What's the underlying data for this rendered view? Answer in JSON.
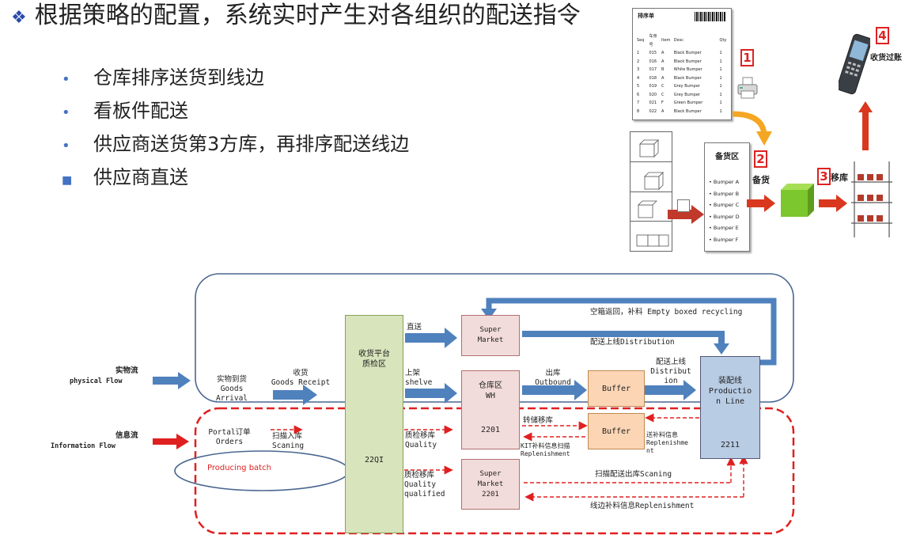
{
  "bullets": {
    "title": "根据策略的配置，系统实时产生对各组织的配送指令",
    "items": [
      {
        "text": "仓库排序送货到线边",
        "marker": "dot"
      },
      {
        "text": "看板件配送",
        "marker": "dot"
      },
      {
        "text": "供应商送货第3方库，再排序配送线边",
        "marker": "dot"
      },
      {
        "text": "供应商直送",
        "marker": "square"
      }
    ]
  },
  "top_diagram": {
    "sheet": {
      "title": "排序单",
      "headers": [
        "Seq",
        "车身号",
        "Item",
        "Desc",
        "Qty"
      ],
      "rows": [
        [
          "1",
          "015",
          "A",
          "Black Bumper",
          "1"
        ],
        [
          "2",
          "016",
          "A",
          "Black Bumper",
          "1"
        ],
        [
          "3",
          "017",
          "B",
          "White Bumper",
          "1"
        ],
        [
          "4",
          "018",
          "A",
          "Black Bumper",
          "1"
        ],
        [
          "5",
          "019",
          "C",
          "Grey Bumper",
          "1"
        ],
        [
          "6",
          "020",
          "C",
          "Grey Bumper",
          "1"
        ],
        [
          "7",
          "021",
          "F",
          "Green Bumper",
          "1"
        ],
        [
          "8",
          "022",
          "A",
          "Black Bumper",
          "1"
        ]
      ]
    },
    "staging": {
      "title": "备货区",
      "items": [
        "Bumper A",
        "Bumper B",
        "Bumper C",
        "Bumper D",
        "Bumper E",
        "Bumper F"
      ]
    },
    "steps": [
      {
        "num": "1",
        "label": ""
      },
      {
        "num": "2",
        "label": "备货"
      },
      {
        "num": "3",
        "label": "移库"
      },
      {
        "num": "4",
        "label": "收货过账"
      }
    ],
    "colors": {
      "number": "#d22222",
      "arrow_red": "#d9381e",
      "arrow_orange": "#f5a623",
      "cube": "#7cc62e"
    }
  },
  "flow": {
    "physical_label_cn": "实物流",
    "physical_label_en": "physical Flow",
    "info_label_cn": "信息流",
    "info_label_en": "Information Flow",
    "goods_arrival_cn": "实物到货",
    "goods_arrival_en1": "Goods",
    "goods_arrival_en2": "Arrival",
    "receipt_cn": "收货",
    "receipt_en": "Goods Receipt",
    "portal_cn": "Portal订单",
    "portal_en": "Orders",
    "scan_cn": "扫描入库",
    "scan_en": "Scaning",
    "producing_batch": "Producing batch",
    "qc_cn1": "收货平台",
    "qc_cn2": "质检区",
    "qc_code": "22QI",
    "direct_label": "直送",
    "shelve_cn": "上架",
    "shelve_en": "shelve",
    "qc_move_cn": "质检移库",
    "qc_move_en": "Quality",
    "qc_move2_cn": "质检移库",
    "qc_move2_en1": "Quality",
    "qc_move2_en2": "qualified",
    "super_market": "Super Market",
    "wh_cn": "仓库区",
    "wh_en": "WH",
    "wh_code": "2201",
    "super_market2": "Super Market",
    "super_market2_code": "2201",
    "outbound_cn": "出库",
    "outbound_en": "Outbound",
    "transfer_cn": "转储移库",
    "kit_cn": "KIT补料信息扫描",
    "kit_en": "Replenishment",
    "buffer1": "Buffer",
    "buffer2": "Buffer",
    "dist_cn": "配送上线",
    "dist_en1": "Distribut",
    "dist_en2": "ion",
    "replen_cn": "送补料信息",
    "replen_en1": "Replenishme",
    "replen_en2": "nt",
    "line_cn": "装配线",
    "line_en1": "Productio",
    "line_en2": "n Line",
    "line_code": "2211",
    "empty_box": "空箱返回，补料 Empty boxed recycling",
    "distribution_top": "配送上线Distribution",
    "scan_outbound": "扫描配送出库Scaning",
    "line_replen": "线边补料信息Replenishment",
    "colors": {
      "blue_arrow": "#4f81bd",
      "red": "#e02020",
      "qc_fill": "#d8e4bc",
      "wh_fill": "#f2dcdb",
      "buffer_fill": "#fcd5b4",
      "line_fill": "#b8cce4"
    }
  }
}
